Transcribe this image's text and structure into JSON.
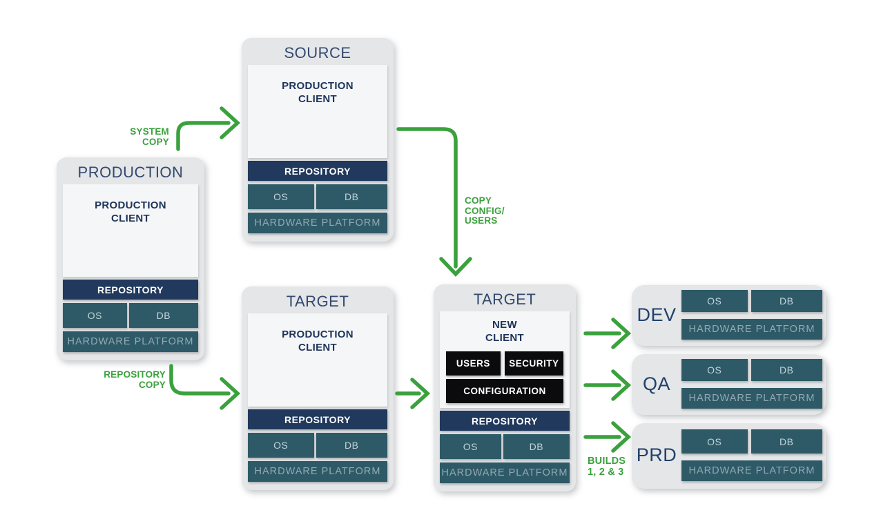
{
  "diagram": {
    "boxes": {
      "production": {
        "title": "PRODUCTION",
        "client_line1": "PRODUCTION",
        "client_line2": "CLIENT",
        "repository": "REPOSITORY",
        "os": "OS",
        "db": "DB",
        "hardware": "HARDWARE PLATFORM"
      },
      "source": {
        "title": "SOURCE",
        "client_line1": "PRODUCTION",
        "client_line2": "CLIENT",
        "repository": "REPOSITORY",
        "os": "OS",
        "db": "DB",
        "hardware": "HARDWARE PLATFORM"
      },
      "target_left": {
        "title": "TARGET",
        "client_line1": "PRODUCTION",
        "client_line2": "CLIENT",
        "repository": "REPOSITORY",
        "os": "OS",
        "db": "DB",
        "hardware": "HARDWARE PLATFORM"
      },
      "target_right": {
        "title": "TARGET",
        "client_line1": "NEW",
        "client_line2": "CLIENT",
        "users": "USERS",
        "security": "SECURITY",
        "configuration": "CONFIGURATION",
        "repository": "REPOSITORY",
        "os": "OS",
        "db": "DB",
        "hardware": "HARDWARE PLATFORM"
      }
    },
    "environments": {
      "dev": {
        "name": "DEV",
        "os": "OS",
        "db": "DB",
        "hardware": "HARDWARE PLATFORM"
      },
      "qa": {
        "name": "QA",
        "os": "OS",
        "db": "DB",
        "hardware": "HARDWARE PLATFORM"
      },
      "prd": {
        "name": "PRD",
        "os": "OS",
        "db": "DB",
        "hardware": "HARDWARE PLATFORM"
      }
    },
    "arrow_labels": {
      "system_copy": {
        "line1": "SYSTEM",
        "line2": "COPY"
      },
      "repository_copy": {
        "line1": "REPOSITORY",
        "line2": "COPY"
      },
      "copy_config": {
        "line1": "COPY",
        "line2": "CONFIG/",
        "line3": "USERS"
      },
      "builds": {
        "line1": "BUILDS",
        "line2": "1, 2 & 3"
      }
    },
    "colors": {
      "arrow_green": "#3aa13d",
      "navy_bar": "#20395c",
      "teal_bar": "#2e5a68",
      "black_chip": "#0b0b0d",
      "container_gray": "#e4e6e8",
      "panel_white": "#f5f6f7",
      "title_navy": "#33496d"
    }
  }
}
